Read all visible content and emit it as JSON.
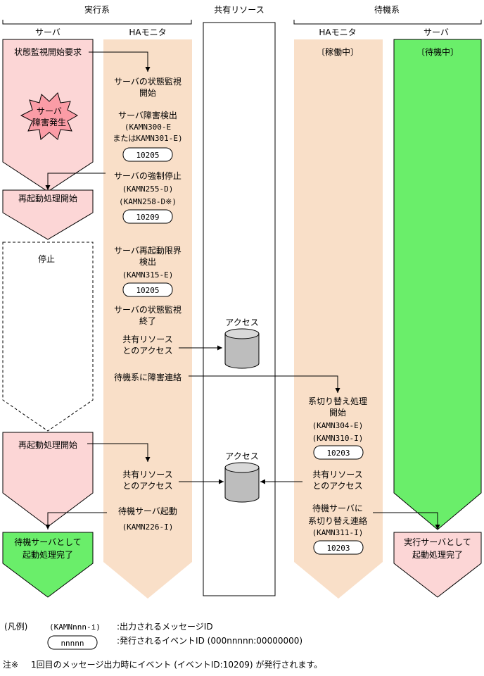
{
  "headers": {
    "active_system": "実行系",
    "shared_resource": "共有リソース",
    "standby_system": "待機系",
    "server_left": "サーバ",
    "ha_monitor_left": "HAモニタ",
    "ha_monitor_right": "HAモニタ",
    "server_right": "サーバ"
  },
  "active_server": {
    "monitor_request": "状態監視開始要求",
    "failure_burst": [
      "サーバ",
      "障害発生"
    ],
    "restart_start_1": "再起動処理開始",
    "stopped": "停止",
    "restart_start_2": "再起動処理開始",
    "standby_complete": [
      "待機サーバとして",
      "起動処理完了"
    ]
  },
  "active_ha": {
    "monitor_start": [
      "サーバの状態監視",
      "開始"
    ],
    "failure_detect": [
      "サーバ障害検出",
      "(KAMN300-E",
      "またはKAMN301-E)"
    ],
    "event_1": "10205",
    "forced_stop": [
      "サーバの強制停止",
      "(KAMN255-D)",
      "(KAMN258-D※)"
    ],
    "event_2": "10209",
    "restart_limit": [
      "サーバ再起動限界",
      "検出",
      "(KAMN315-E)"
    ],
    "event_3": "10205",
    "monitor_end": [
      "サーバの状態監視",
      "終了"
    ],
    "shared_access_1": [
      "共有リソース",
      "とのアクセス"
    ],
    "notify_standby": "待機系に障害連絡",
    "shared_access_2": [
      "共有リソース",
      "とのアクセス"
    ],
    "standby_boot": [
      "待機サーバ起動",
      "(KAMN226-I)"
    ]
  },
  "shared": {
    "access_1": "アクセス",
    "access_2": "アクセス"
  },
  "standby_ha": {
    "status": "〔稼働中〕",
    "switchover": [
      "系切り替え処理",
      "開始",
      "(KAMN304-E)",
      "(KAMN310-I)"
    ],
    "event_1": "10203",
    "shared_access": [
      "共有リソース",
      "とのアクセス"
    ],
    "switch_notify": [
      "待機サーバに",
      "系切り替え連絡",
      "(KAMN311-I)"
    ],
    "event_2": "10203"
  },
  "standby_server": {
    "status": "〔待機中〕",
    "active_complete": [
      "実行サーバとして",
      "起動処理完了"
    ]
  },
  "legend": {
    "title": "(凡例)",
    "message_sample": "(KAMNnnn-i)",
    "message_desc": ":出力されるメッセージID",
    "event_sample": "nnnnn",
    "event_desc": ":発行されるイベントID (000nnnnn:00000000)"
  },
  "note": {
    "mark": "注※",
    "text": "1回目のメッセージ出力時にイベント (イベントID:10209) が発行されます。"
  },
  "colors": {
    "pink": "#fcd6d6",
    "peach": "#f9dfc8",
    "green": "#6aee6a",
    "burst": "#fb9ca6"
  }
}
